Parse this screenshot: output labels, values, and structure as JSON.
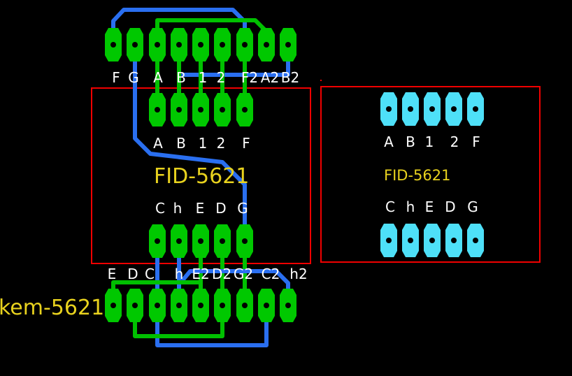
{
  "colors": {
    "background": "#000000",
    "pad_green": "#00c800",
    "pad_cyan": "#4ee0f8",
    "trace_blue": "#2a6ff0",
    "trace_green": "#00c000",
    "outline_red": "#f00000",
    "label_white": "#ffffff",
    "part_yellow": "#e8d21e"
  },
  "parts": {
    "left_display": "FID-5621",
    "right_display": "FID-5621",
    "adapter": "kem-5621"
  },
  "labels": {
    "top_row": [
      "F",
      "G",
      "A",
      "B",
      "1",
      "2",
      "F2",
      "A2",
      "B2"
    ],
    "left_top": [
      "A",
      "B",
      "1",
      "2",
      "F"
    ],
    "left_bottom": [
      "C",
      "h",
      "E",
      "D",
      "G"
    ],
    "right_top": [
      "A",
      "B",
      "1",
      "2",
      "F"
    ],
    "right_bottom": [
      "C",
      "h",
      "E",
      "D",
      "G"
    ],
    "bottom_row": [
      "E",
      "D",
      "C",
      "h",
      "E2",
      "D2",
      "G2",
      "C2",
      "h2"
    ]
  }
}
